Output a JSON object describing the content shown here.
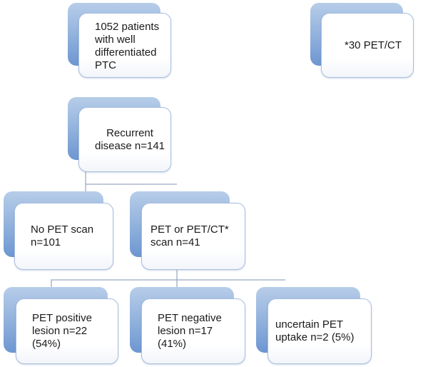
{
  "nodes": {
    "patients": "1052 patients\nwith well\ndifferentiated\nPTC",
    "recurrent": "Recurrent\ndisease n=141",
    "no_pet": "No PET scan\nn=101",
    "pet_scan": "PET or PET/CT*\nscan n=41",
    "pet_positive": "PET positive\nlesion n=22\n(54%)",
    "pet_negative": "PET negative\nlesion n=17\n(41%)",
    "uncertain": "uncertain PET\nuptake n=2 (5%)"
  },
  "footnote": "*30 PET/CT",
  "colors": {
    "accent": "#7fa3d6",
    "border": "#a9bedf",
    "connector": "#7f93b2"
  }
}
